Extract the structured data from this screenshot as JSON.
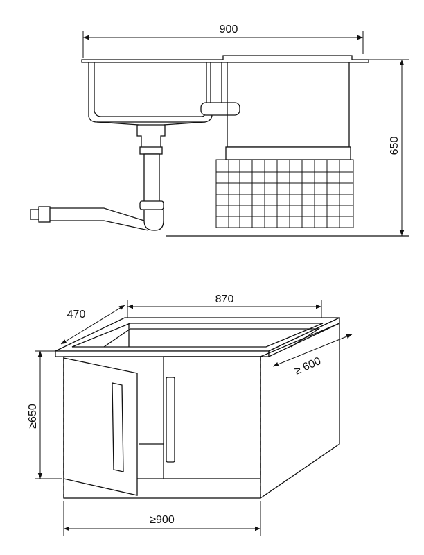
{
  "top_view": {
    "width_label": "900",
    "height_label": "650"
  },
  "cabinet_view": {
    "opening_width_label": "870",
    "opening_depth_label": "470",
    "depth_label": "≥ 600",
    "height_label": "≥650",
    "width_label": "≥900"
  }
}
